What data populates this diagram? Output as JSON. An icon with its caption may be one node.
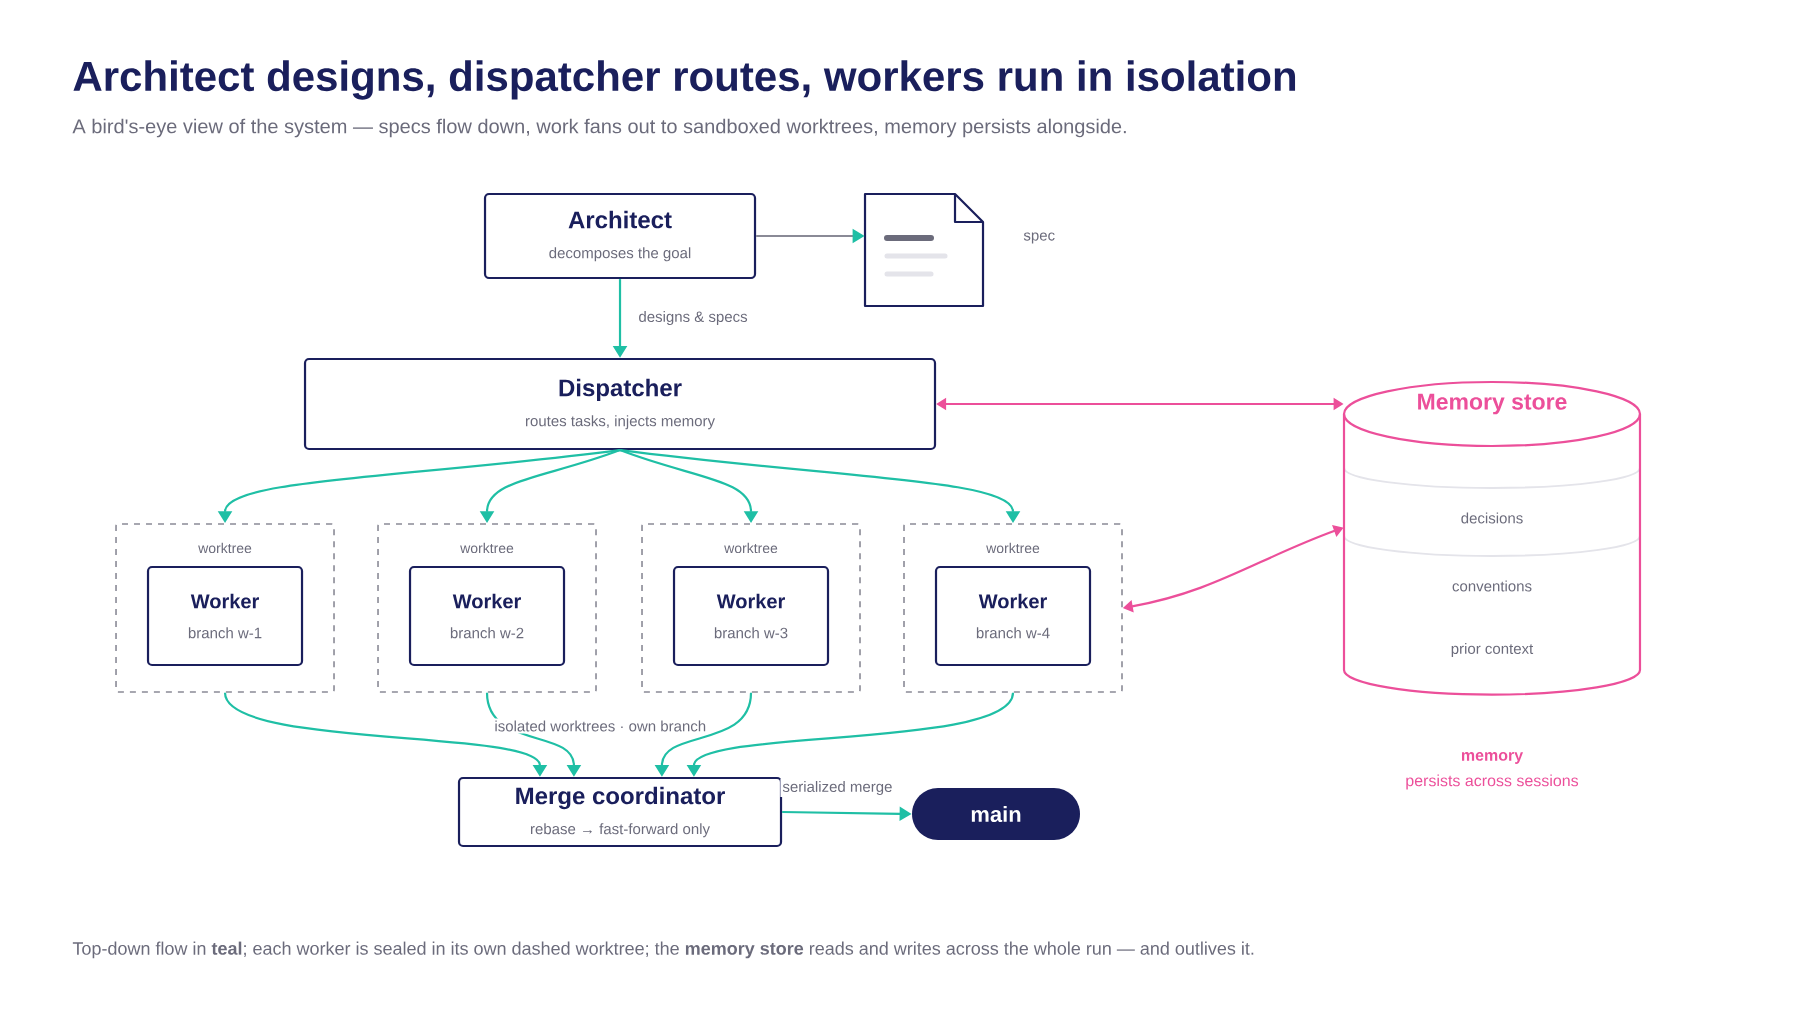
{
  "diagram": {
    "title": "Architect designs, dispatcher routes, workers run in isolation",
    "caption": "Top-down flow in **teal**; each worker is sealed in its own dashed worktree; the **memory store** reads and writes across the whole run — and outlives it.",
    "nodes": [
      {
        "text": [
          "Architect",
          "decomposes the goal"
        ]
      },
      {
        "text": [],
        "shape": "document",
        "beside": [
          "spec"
        ]
      },
      {
        "text": [
          "Dispatcher",
          "routes tasks, injects memory"
        ]
      },
      {
        "text": [
          "Memory store",
          "decisions",
          "conventions",
          "prior context"
        ],
        "beside": [
          "memory",
          "persists across sessions"
        ]
      },
      {
        "text": [
          "worktree"
        ]
      },
      {
        "text": [
          "worktree"
        ]
      },
      {
        "text": [
          "worktree"
        ]
      },
      {
        "text": [
          "worktree"
        ]
      },
      {
        "text": [
          "Worker",
          "branch w-1"
        ],
        "in": 4
      },
      {
        "text": [
          "Worker",
          "branch w-2"
        ],
        "in": 5
      },
      {
        "text": [
          "Worker",
          "branch w-3"
        ],
        "in": 6
      },
      {
        "text": [
          "Worker",
          "branch w-4"
        ],
        "in": 7
      },
      {
        "text": [
          "Merge coordinator",
          "rebase → fast-forward only"
        ]
      },
      {
        "text": [
          "main"
        ]
      }
    ],
    "edges": [
      {
        "from": 0,
        "to": 1,
        "arrow": "to",
        "color": "#8a8a96"
      },
      {
        "from": 0,
        "to": 2,
        "arrow": "to",
        "label": "designs & specs"
      },
      {
        "from": 2,
        "to": 3,
        "arrow": "both",
        "color": "#ec4f9a"
      },
      {
        "from": 2,
        "to": 4,
        "arrow": "to"
      },
      {
        "from": 2,
        "to": 5,
        "arrow": "to"
      },
      {
        "from": 2,
        "to": 6,
        "arrow": "to"
      },
      {
        "from": 2,
        "to": 7,
        "arrow": "to"
      },
      {
        "from": 3,
        "to": 7,
        "arrow": "both",
        "color": "#ec4f9a"
      },
      {
        "from": 4,
        "to": 12,
        "arrow": "to"
      },
      {
        "from": 5,
        "to": 12,
        "arrow": "to",
        "label": "isolated worktrees · own branch"
      },
      {
        "from": 6,
        "to": 12,
        "arrow": "to"
      },
      {
        "from": 7,
        "to": 12,
        "arrow": "to"
      },
      {
        "from": 12,
        "to": 13,
        "arrow": "to",
        "label": "serialized merge"
      }
    ],
    "labels": [
      "A bird's-eye view of the system — specs flow down, work fans out to sandboxed worktrees, memory persists alongside."
    ]
  }
}
